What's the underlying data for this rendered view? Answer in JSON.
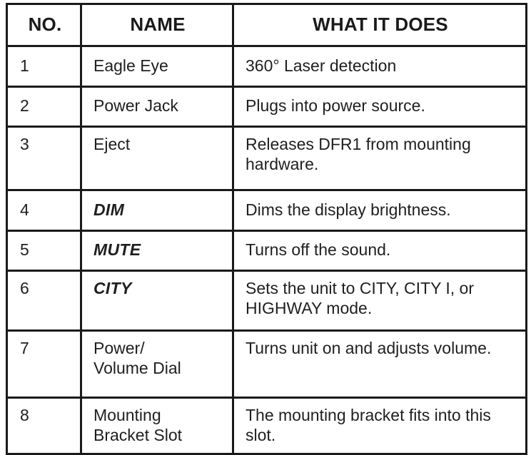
{
  "table": {
    "headers": {
      "no": "NO.",
      "name": "NAME",
      "does": "WHAT IT DOES"
    },
    "rows": [
      {
        "no": "1",
        "name": "Eagle Eye",
        "name_style": "normal",
        "does": "360° Laser detection"
      },
      {
        "no": "2",
        "name": "Power Jack",
        "name_style": "normal",
        "does": "Plugs into power source."
      },
      {
        "no": "3",
        "name": "Eject",
        "name_style": "normal",
        "does": "Releases DFR1 from mounting hardware."
      },
      {
        "no": "4",
        "name": "DIM",
        "name_style": "bold-italic",
        "does": "Dims the display brightness."
      },
      {
        "no": "5",
        "name": "MUTE",
        "name_style": "bold-italic",
        "does": "Turns off the sound."
      },
      {
        "no": "6",
        "name": "CITY",
        "name_style": "bold-italic",
        "does": "Sets the unit to CITY, CITY I, or HIGHWAY mode."
      },
      {
        "no": "7",
        "name": "Power/\nVolume Dial",
        "name_style": "normal",
        "does": "Turns unit on and adjusts volume."
      },
      {
        "no": "8",
        "name": "Mounting\nBracket Slot",
        "name_style": "normal",
        "does": "The mounting bracket fits into this slot."
      }
    ]
  },
  "colors": {
    "header_background": "#c0c0c2",
    "border": "#1a1a1a",
    "text": "#1f1f1f",
    "page_background": "#ffffff"
  }
}
